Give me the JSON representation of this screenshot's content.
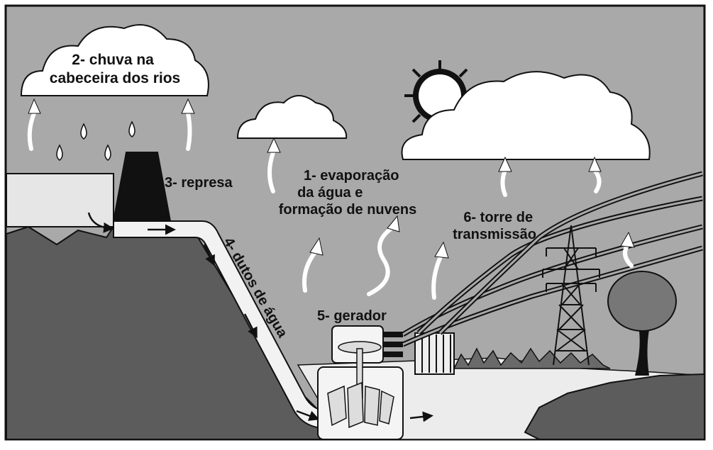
{
  "labels": {
    "rain": [
      "2- chuva na",
      "cabeceira dos rios"
    ],
    "evaporation": [
      "1- evaporação",
      "da água e",
      "formação de nuvens"
    ],
    "dam": "3- represa",
    "pipes": "4- dutos de água",
    "generator": "5- gerador",
    "tower": [
      "6- torre de",
      "transmissão"
    ]
  },
  "colors": {
    "sky": "#a9a9a9",
    "ground": "#5e5e5e",
    "water": "#e9e9e9",
    "outline": "#111111",
    "cloud": "#ffffff",
    "dam": "#111111"
  },
  "icons": [
    "cloud",
    "raindrop",
    "sun",
    "arrow",
    "dam",
    "pipe",
    "turbine",
    "generator",
    "transmission-tower",
    "tree",
    "power-line"
  ]
}
